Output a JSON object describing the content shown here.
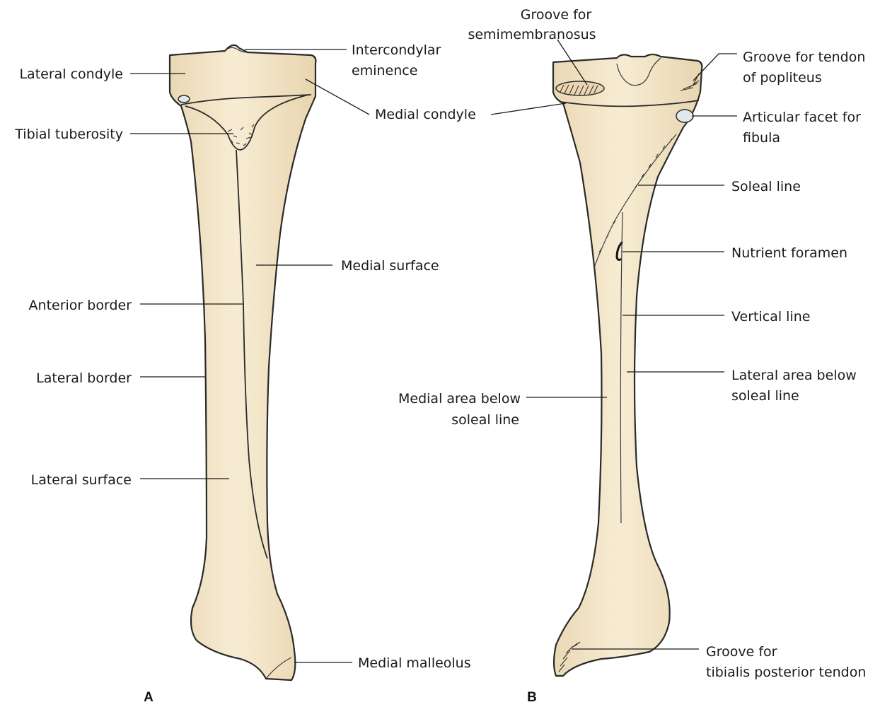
{
  "colors": {
    "bone": "#f4e6c8",
    "bone_shade": "#e6d2ad",
    "facet": "#dfe9ee",
    "ink": "#1a1a1a"
  },
  "panels": {
    "a": "A",
    "b": "B"
  },
  "labels_a": {
    "lateral_condyle": "Lateral condyle",
    "intercondylar_1": "Intercondylar",
    "intercondylar_2": "eminence",
    "medial_condyle": "Medial condyle",
    "tibial_tuberosity": "Tibial tuberosity",
    "medial_surface": "Medial surface",
    "anterior_border": "Anterior border",
    "lateral_border": "Lateral border",
    "lateral_surface": "Lateral surface",
    "medial_malleolus": "Medial malleolus"
  },
  "labels_b": {
    "groove_semimem_1": "Groove for",
    "groove_semimem_2": "semimembranosus",
    "groove_popliteus_1": "Groove for tendon",
    "groove_popliteus_2": "of popliteus",
    "fibular_facet_1": "Articular facet for",
    "fibular_facet_2": "fibula",
    "soleal_line": "Soleal line",
    "nutrient_foramen": "Nutrient foramen",
    "vertical_line": "Vertical line",
    "lateral_area_1": "Lateral area below",
    "lateral_area_2": "soleal line",
    "medial_area_1": "Medial area below",
    "medial_area_2": "soleal line",
    "groove_tib_post_1": "Groove for",
    "groove_tib_post_2": "tibialis posterior tendon"
  }
}
